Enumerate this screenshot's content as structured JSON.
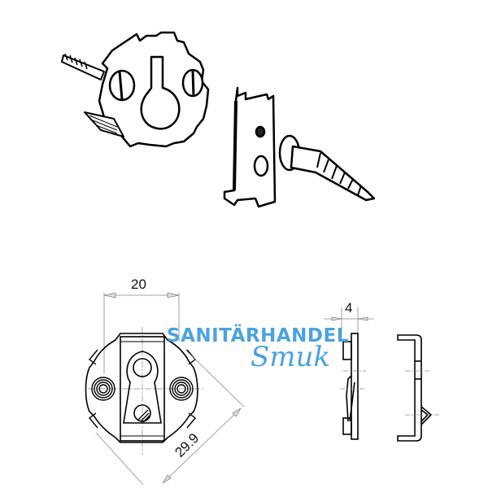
{
  "drawing": {
    "title": "Technical drawing: wall mounting plate with screws",
    "views": [
      {
        "id": "iso-plate",
        "label": "Isometric view of round mounting plate with keyhole and screw"
      },
      {
        "id": "iso-clip",
        "label": "Isometric view of clip bracket with screw"
      },
      {
        "id": "front-view",
        "label": "Front view of mounting plate"
      },
      {
        "id": "side-view-1",
        "label": "Side section view"
      },
      {
        "id": "side-view-2",
        "label": "Side view of clip"
      }
    ],
    "dimensions": {
      "width": "20",
      "diagonal": "29.9",
      "thickness": "4"
    }
  },
  "watermark": {
    "line1": "SANITÄRHANDEL",
    "line2": "Smuk",
    "color": "#4aa3df"
  }
}
